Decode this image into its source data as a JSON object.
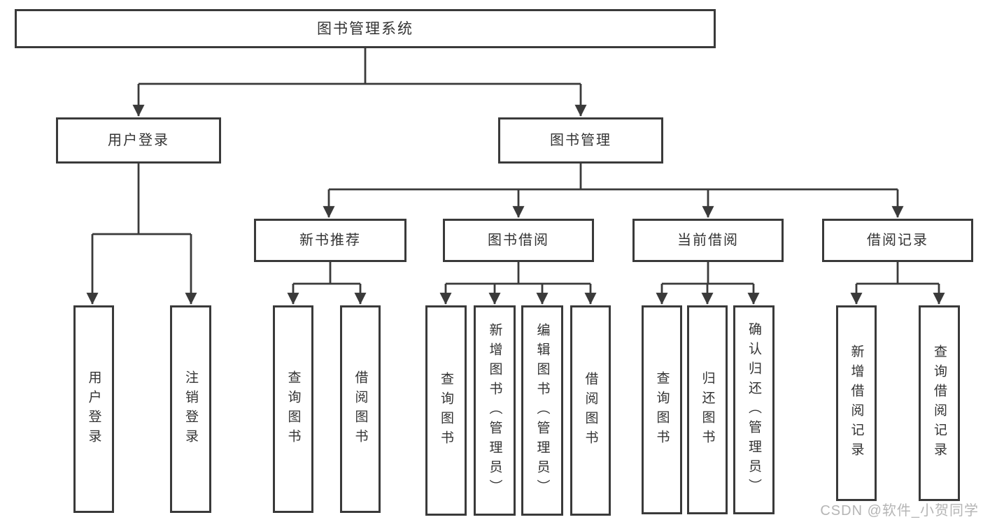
{
  "colors": {
    "line": "#3a3a3a",
    "text": "#333333",
    "watermark": "#b5b5b5",
    "background": "#ffffff"
  },
  "watermark": "CSDN @软件_小贺同学",
  "tree": {
    "root": {
      "label": "图书管理系统",
      "children": [
        {
          "label": "用户登录",
          "children": [
            {
              "label": "用户登录"
            },
            {
              "label": "注销登录"
            }
          ]
        },
        {
          "label": "图书管理",
          "children": [
            {
              "label": "新书推荐",
              "children": [
                {
                  "label": "查询图书"
                },
                {
                  "label": "借阅图书"
                }
              ]
            },
            {
              "label": "图书借阅",
              "children": [
                {
                  "label": "查询图书"
                },
                {
                  "label": "新增图书（管理员）"
                },
                {
                  "label": "编辑图书（管理员）"
                },
                {
                  "label": "借阅图书"
                }
              ]
            },
            {
              "label": "当前借阅",
              "children": [
                {
                  "label": "查询图书"
                },
                {
                  "label": "归还图书"
                },
                {
                  "label": "确认归还（管理员）"
                }
              ]
            },
            {
              "label": "借阅记录",
              "children": [
                {
                  "label": "新增借阅记录"
                },
                {
                  "label": "查询借阅记录"
                }
              ]
            }
          ]
        }
      ]
    }
  }
}
